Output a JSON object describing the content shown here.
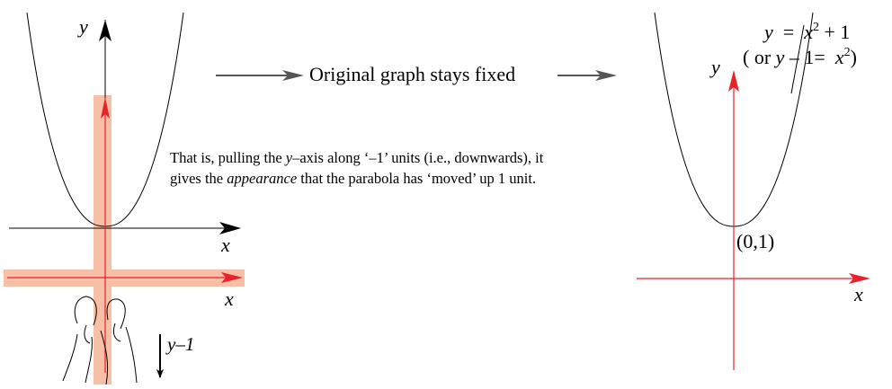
{
  "left_diagram": {
    "y_axis_label": "y",
    "x_axis_label_black": "x",
    "x_axis_label_red": "x",
    "pull_label": "y–1"
  },
  "arrow_caption": "Original graph stays fixed",
  "explanation": {
    "line1_a": "That is, pulling the ",
    "line1_var": "y",
    "line1_b": "–axis along ‘–1’ units (i.e., downwards), it",
    "line2_a": "gives the ",
    "line2_em": "appearance",
    "line2_b": "  that the parabola has ‘moved’ up 1 unit."
  },
  "right_diagram": {
    "equation_y": "y",
    "equation_eq": "=",
    "equation_x": "x",
    "equation_exp": "2",
    "equation_tail": "+ 1",
    "alt_open": "( or ",
    "alt_y": "y",
    "alt_minus": "– 1=",
    "alt_x": "x",
    "alt_exp": "2",
    "alt_close": ")",
    "y_axis_label": "y",
    "x_axis_label": "x",
    "vertex_label": "(0,1)"
  },
  "colors": {
    "red": "#e8212b",
    "highlight": "#f6bfa6",
    "black": "#000000",
    "arrow_grey": "#555555"
  }
}
